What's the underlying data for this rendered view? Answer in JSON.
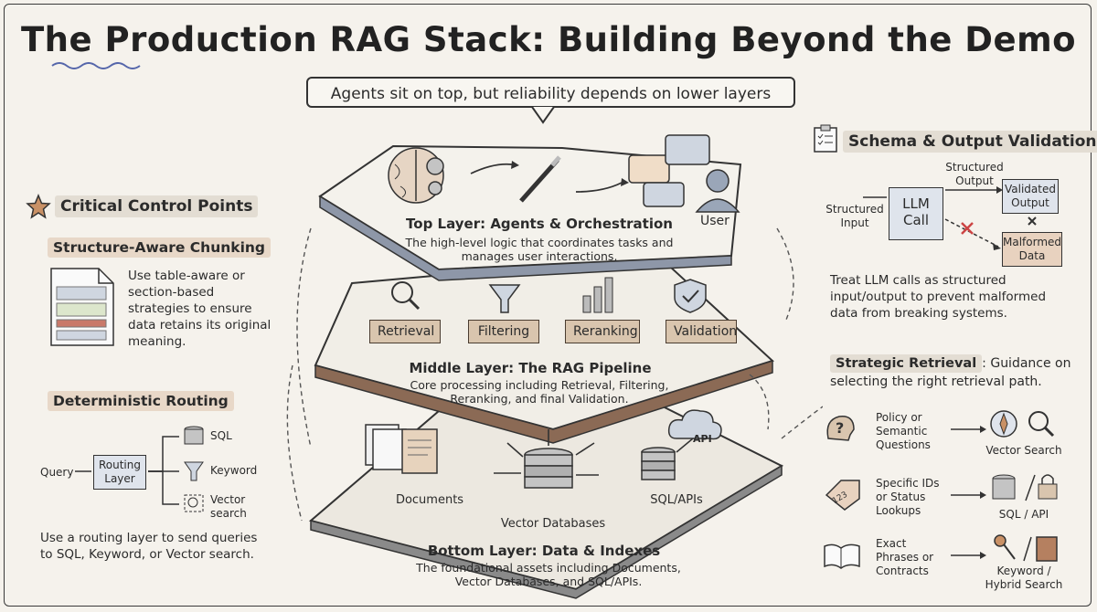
{
  "title": "The Production RAG Stack: Building Beyond the Demo",
  "subtitle": "Agents sit on top, but reliability depends on lower layers",
  "left": {
    "heading": "Critical Control Points",
    "chunking": {
      "heading": "Structure-Aware Chunking",
      "text": "Use table-aware or section-based strategies to ensure data retains its original meaning."
    },
    "routing": {
      "heading": "Deterministic Routing",
      "query": "Query",
      "router": "Routing Layer",
      "targets": [
        "SQL",
        "Keyword",
        "Vector search"
      ],
      "text": "Use a routing layer to send queries to SQL, Keyword, or Vector search."
    }
  },
  "center": {
    "top": {
      "title": "Top Layer: Agents & Orchestration",
      "desc": "The high-level logic that coordinates tasks and manages user interactions.",
      "user": "User"
    },
    "middle": {
      "title": "Middle Layer: The RAG Pipeline",
      "desc": "Core processing including Retrieval, Filtering, Reranking, and final Validation.",
      "stages": [
        "Retrieval",
        "Filtering",
        "Reranking",
        "Validation"
      ]
    },
    "bottom": {
      "title": "Bottom Layer: Data & Indexes",
      "desc": "The foundational assets including Documents, Vector Databases, and SQL/APIs.",
      "documents": "Documents",
      "vector_db": "Vector Databases",
      "sql": "SQL/APIs",
      "api": "API"
    }
  },
  "right": {
    "schema": {
      "heading": "Schema & Output Validation",
      "input": "Structured Input",
      "llm": "LLM Call",
      "output_label": "Structured Output",
      "validated": "Validated Output",
      "malformed": "Malformed Data",
      "text": "Treat LLM calls as structured input/output to prevent malformed data from breaking systems."
    },
    "retrieval": {
      "heading": "Strategic Retrieval",
      "heading_rest": ": Guidance on selecting the right retrieval path.",
      "rows": [
        {
          "question": "Policy or Semantic Questions",
          "result": "Vector Search"
        },
        {
          "question": "Specific IDs or Status Lookups",
          "result": "SQL / API"
        },
        {
          "question": "Exact Phrases or Contracts",
          "result": "Keyword / Hybrid Search"
        }
      ],
      "tag_text": "123"
    }
  }
}
